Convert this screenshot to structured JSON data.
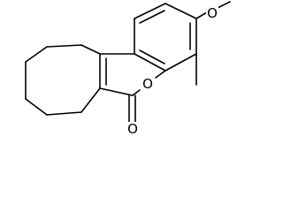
{
  "structure": {
    "atoms": {
      "methoxy_oxygen": "O",
      "ring_oxygen": "O",
      "carbonyl_oxygen": "O"
    }
  },
  "colors": {
    "background": "#ffffff",
    "bond": "#000000",
    "label": "#000000"
  }
}
